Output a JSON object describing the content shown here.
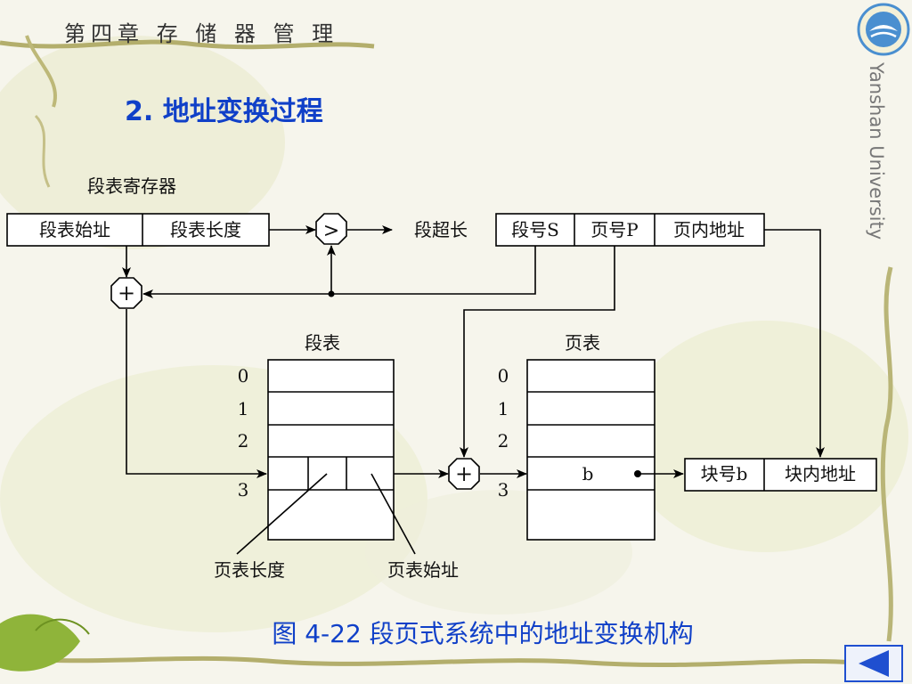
{
  "header": {
    "chapter": "第四章 存 储 器 管 理",
    "section": "2. 地址变换过程",
    "university": "Yanshan University",
    "logo_icon": "yanshan-university-emblem"
  },
  "diagram": {
    "segment_register_label": "段表寄存器",
    "segment_table_start": "段表始址",
    "segment_table_length": "段表长度",
    "compare_symbol": ">",
    "overflow_label": "段超长",
    "segment_number": "段号S",
    "page_number": "页号P",
    "page_offset": "页内地址",
    "adder_symbol": "+",
    "segment_table_title": "段表",
    "page_table_title": "页表",
    "segment_rows": [
      "0",
      "1",
      "2",
      "3"
    ],
    "page_rows": [
      "0",
      "1",
      "2",
      "3"
    ],
    "page_table_entry": "b",
    "block_number": "块号b",
    "block_offset": "块内地址",
    "page_table_length_label": "页表长度",
    "page_table_start_label": "页表始址"
  },
  "caption": "图 4-22 段页式系统中的地址变换机构",
  "nav": {
    "back_icon": "triangle-left-icon"
  },
  "colors": {
    "accent": "#1040c8",
    "nav_blue": "#1f4fd0",
    "background": "#f6f5ec"
  }
}
